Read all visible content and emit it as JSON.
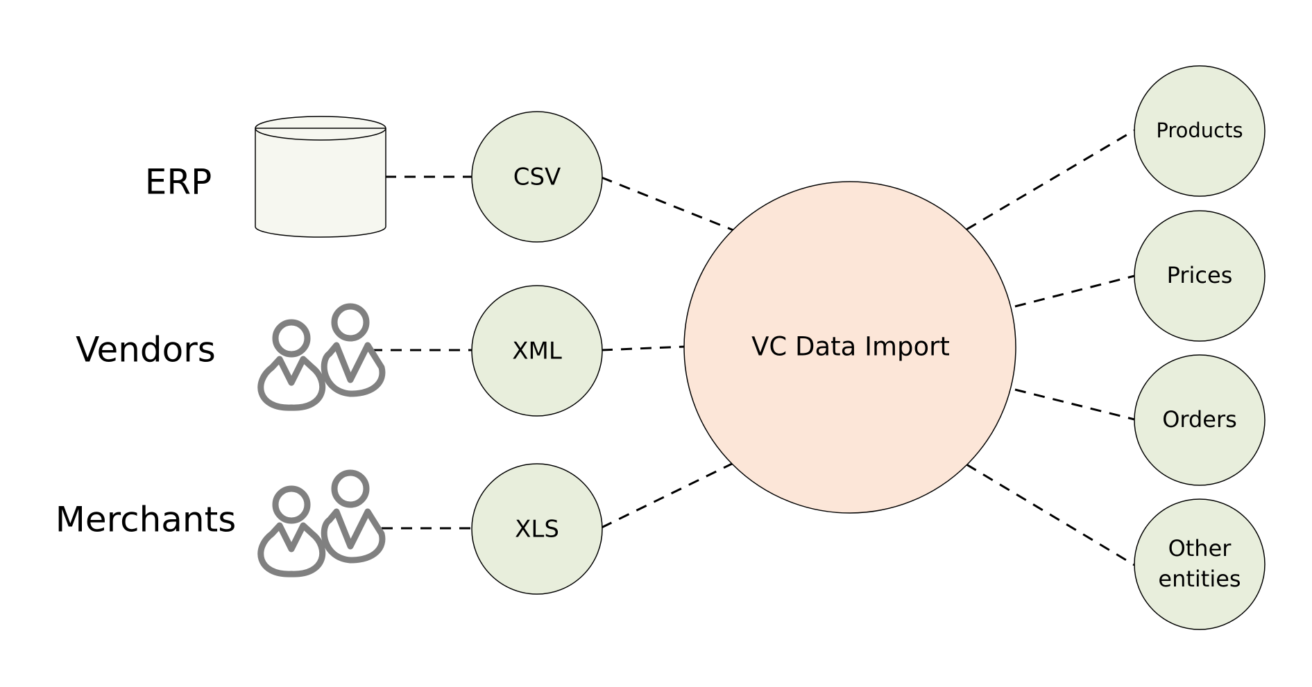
{
  "sources": [
    {
      "label": "ERP",
      "icon": "database-icon"
    },
    {
      "label": "Vendors",
      "icon": "people-icon"
    },
    {
      "label": "Merchants",
      "icon": "people-icon"
    }
  ],
  "formats": [
    {
      "label": "CSV"
    },
    {
      "label": "XML"
    },
    {
      "label": "XLS"
    }
  ],
  "hub": {
    "label": "VC Data Import"
  },
  "entities": [
    {
      "lines": [
        "Products"
      ]
    },
    {
      "lines": [
        "Prices"
      ]
    },
    {
      "lines": [
        "Orders"
      ]
    },
    {
      "lines": [
        "Other",
        "entities"
      ]
    }
  ],
  "colors": {
    "format_fill": "#e8eedc",
    "entity_fill": "#e8eedc",
    "hub_fill": "#fce6d8",
    "database_fill": "#f6f7f0",
    "person_stroke": "#808080",
    "outline": "#000000"
  }
}
